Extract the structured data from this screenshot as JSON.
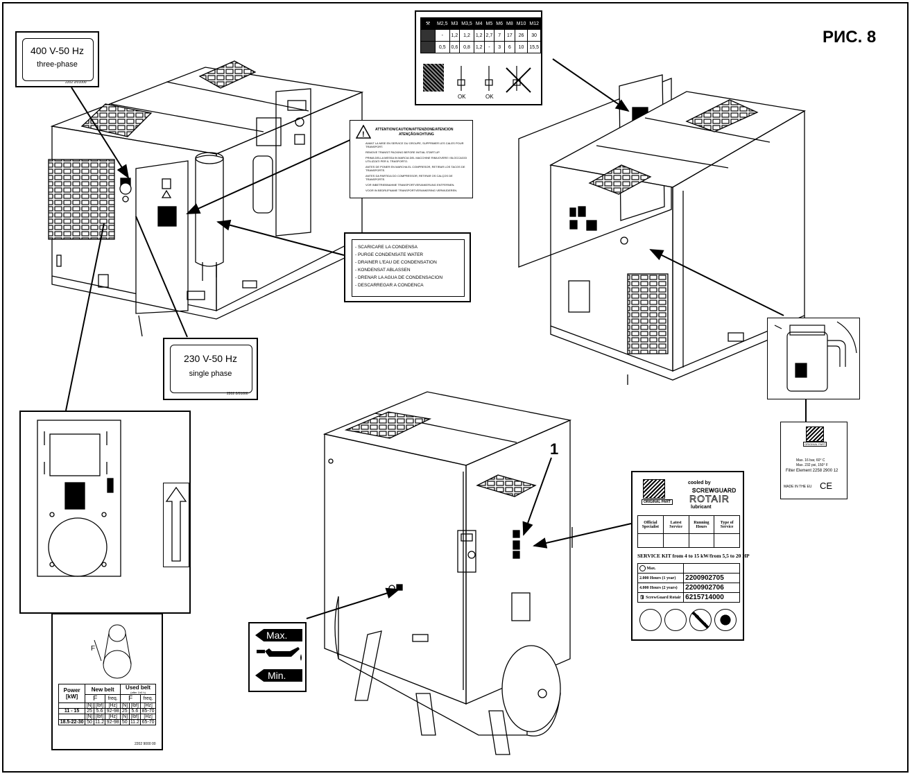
{
  "figure_title": "РИС. 8",
  "callout_number": "1",
  "labels": {
    "voltage_400": {
      "line1": "400 V-50 Hz",
      "line2": "three-phase",
      "code": "2202 2/01000"
    },
    "voltage_230": {
      "line1": "230 V-50 Hz",
      "line2": "single phase",
      "code": "2202 2/01000"
    },
    "warning": {
      "title_line1": "ATTENTION/CAUTION/ATTENZIONE/ATENCION",
      "title_line2": "ATENÇÃO/ACHTUNG",
      "lines": [
        "AVANT LA MISE EN SERVICE DU GROUPE, SUPPRIMER LES CALES POUR TRANSPORT.",
        "REMOVE TRANSIT PACKING BEFORE INITIAL START-UP.",
        "PRIMA DELLA MESSA IN MARCIA DEL MACCHINE RIMUOVERE I BLOCCAGGI UTILIZZATI PER IL TRASPORTO.",
        "ANTES DE PONER EN MARCHA EL COMPRESOR, RETIRAR LOS TACOS DE TRANSPORTE.",
        "ANTES DA PARTIDA DO COMPRESSOR, RETIRAR OS CALÇOS DE TRANSPORTE.",
        "VOR INBETRIEBNAHME TRANSPORTVERANKERUNG ENTFERNEN.",
        "VOOR IN BEDRIJFNAME TRANSPORTVERANKERING VERWIJDEREN."
      ]
    },
    "condensate": {
      "lines": [
        "- SCARICARE LA CONDENSA",
        "- PURGE CONDENSATE WATER",
        "- DRAINER L'EAU DE CONDENSATION",
        "- KONDENSAT ABLASSEN",
        "- DRENAR LA AGUA DE CONDENSACION",
        "- DESCARREGAR A CONDENCA"
      ]
    },
    "torque": {
      "sizes": [
        "M2,5",
        "M3",
        "M3,5",
        "M4",
        "M5",
        "M6",
        "M8",
        "M10",
        "M12"
      ],
      "row1": [
        "-",
        "1,2",
        "1,2",
        "1,2",
        "2,7",
        "7",
        "17",
        "26",
        "30"
      ],
      "row2": [
        "0,5",
        "0,6",
        "0,8",
        "1,2",
        "-",
        "3",
        "6",
        "10",
        "15,5"
      ],
      "ok1": "OK",
      "ok2": "OK"
    },
    "filter": {
      "badge": "ORIGINAL PART",
      "max_bar": "Max.   16 bar,   60° C",
      "max_psi": "Max.   232 psi,   150° F",
      "element": "Filter Element 2258 2900 12",
      "made_in": "MADE IN THE EU",
      "ce": "CE"
    },
    "service": {
      "badge": "ORIGINAL PART",
      "cooled_by": "cooled by",
      "brand_line1": "SCREWGUARD",
      "brand_line2": "ROTAIR",
      "lubricant": "lubricant",
      "headers": [
        "Official Specialist",
        "Latest Service",
        "Running Hours",
        "Type of Service"
      ],
      "title": "SERVICE KIT from 4 to 15 kW/from 5,5 to 20 HP",
      "max_label": "Max.",
      "rows": [
        {
          "label": "2.000 Hours (1 year)",
          "code": "2200902705"
        },
        {
          "label": "4.000 Hours (2 years)",
          "code": "2200902706"
        },
        {
          "label": "ScrewGuard Rotair",
          "code": "6215714000"
        }
      ]
    },
    "oil": {
      "max": "Max.",
      "min": "Min."
    },
    "belt": {
      "power": "Power",
      "power_unit": "[kW]",
      "new_belt": "New belt",
      "used_belt": "Used belt",
      "used_note": "(after 1h0 h)",
      "f": "F",
      "freq": "freq.",
      "unit_n": "[N]",
      "unit_lbf": "[lbf]",
      "unit_hz": "[Hz]",
      "rows": [
        {
          "power": "11 - 15",
          "new_n": "25",
          "new_lbf": "5.6",
          "new_hz": "92-98",
          "used_n": "25",
          "used_lbf": "5.6",
          "used_hz": "85-70"
        },
        {
          "power": "18.5-22-30",
          "new_n": "50",
          "new_lbf": "11.2",
          "new_hz": "92-98",
          "used_n": "50",
          "used_lbf": "11.2",
          "used_hz": "65-70"
        }
      ],
      "code": "2202 9000 00"
    }
  }
}
